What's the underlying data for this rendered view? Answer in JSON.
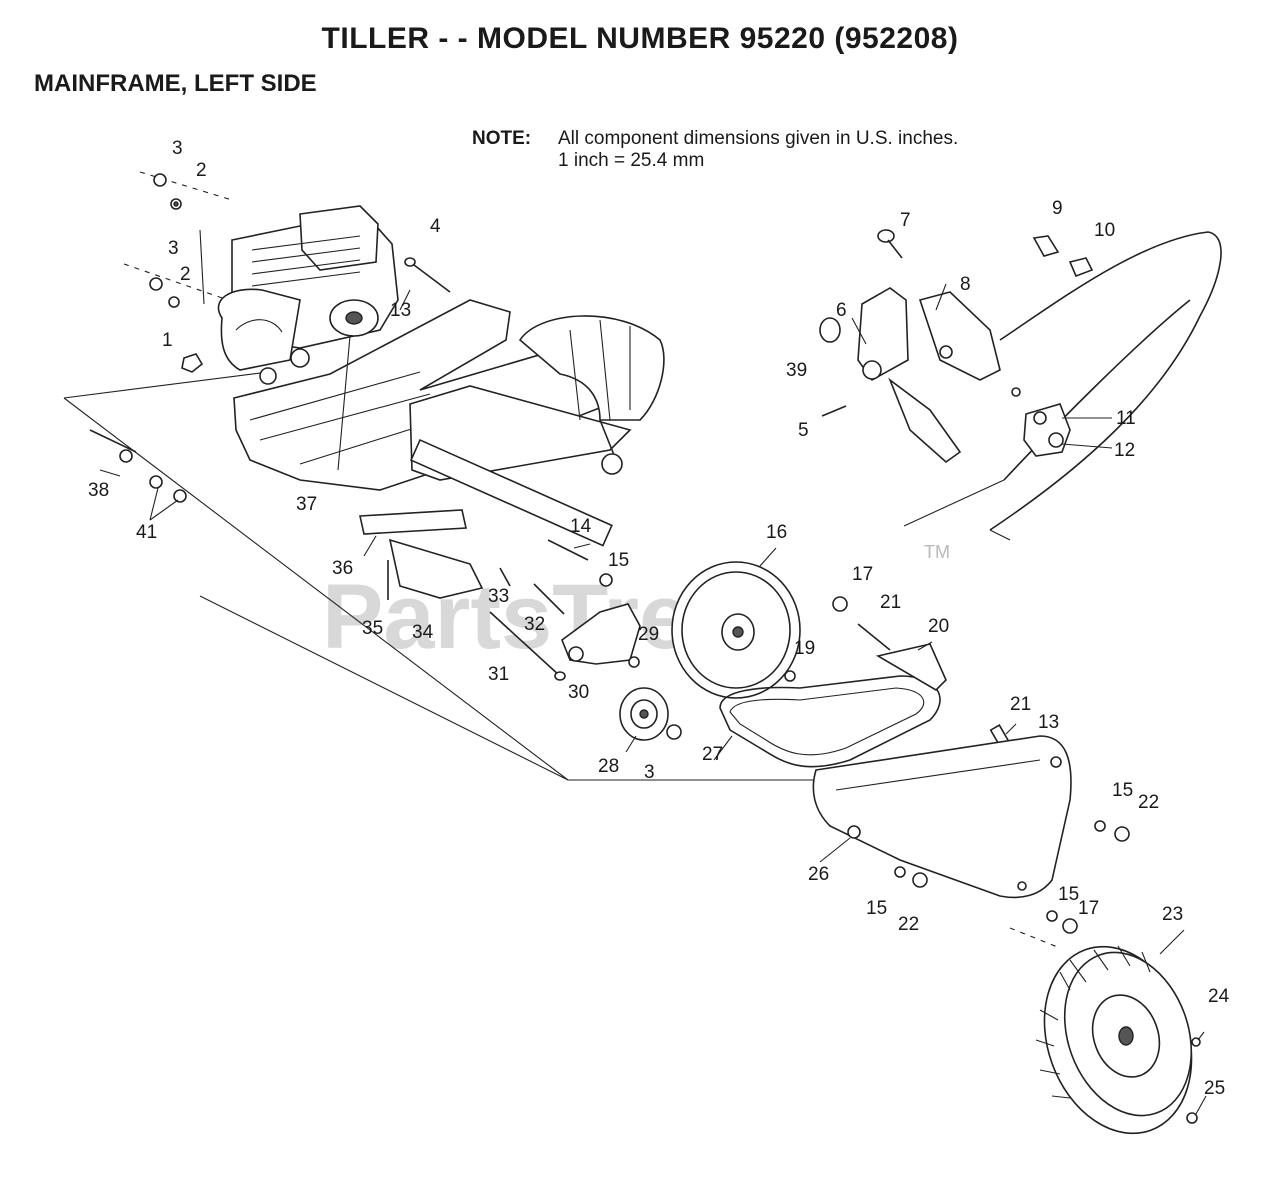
{
  "header": {
    "title": "TILLER - - MODEL NUMBER 95220 (952208)",
    "subtitle": "MAINFRAME, LEFT SIDE"
  },
  "note": {
    "label": "NOTE:",
    "line1": "All component dimensions given in U.S. inches.",
    "line2": "1 inch = 25.4 mm"
  },
  "watermark": {
    "text": "PartsTree",
    "trademark": "TM"
  },
  "callouts": [
    {
      "id": "c3a",
      "text": "3"
    },
    {
      "id": "c2a",
      "text": "2"
    },
    {
      "id": "c3b",
      "text": "3"
    },
    {
      "id": "c2b",
      "text": "2"
    },
    {
      "id": "c1",
      "text": "1"
    },
    {
      "id": "c4",
      "text": "4"
    },
    {
      "id": "c13a",
      "text": "13"
    },
    {
      "id": "c37",
      "text": "37"
    },
    {
      "id": "c38",
      "text": "38"
    },
    {
      "id": "c41",
      "text": "41"
    },
    {
      "id": "c36",
      "text": "36"
    },
    {
      "id": "c35",
      "text": "35"
    },
    {
      "id": "c34",
      "text": "34"
    },
    {
      "id": "c33",
      "text": "33"
    },
    {
      "id": "c32",
      "text": "32"
    },
    {
      "id": "c31",
      "text": "31"
    },
    {
      "id": "c30",
      "text": "30"
    },
    {
      "id": "c29",
      "text": "29"
    },
    {
      "id": "c14",
      "text": "14"
    },
    {
      "id": "c15a",
      "text": "15"
    },
    {
      "id": "c16",
      "text": "16"
    },
    {
      "id": "c17a",
      "text": "17"
    },
    {
      "id": "c19",
      "text": "19"
    },
    {
      "id": "c21a",
      "text": "21"
    },
    {
      "id": "c20",
      "text": "20"
    },
    {
      "id": "c28",
      "text": "28"
    },
    {
      "id": "c3c",
      "text": "3"
    },
    {
      "id": "c27",
      "text": "27"
    },
    {
      "id": "c21b",
      "text": "21"
    },
    {
      "id": "c13b",
      "text": "13"
    },
    {
      "id": "c26",
      "text": "26"
    },
    {
      "id": "c15b",
      "text": "15"
    },
    {
      "id": "c22a",
      "text": "22"
    },
    {
      "id": "c15c",
      "text": "15"
    },
    {
      "id": "c22b",
      "text": "22"
    },
    {
      "id": "c15d",
      "text": "15"
    },
    {
      "id": "c17b",
      "text": "17"
    },
    {
      "id": "c23",
      "text": "23"
    },
    {
      "id": "c24",
      "text": "24"
    },
    {
      "id": "c25",
      "text": "25"
    },
    {
      "id": "c7",
      "text": "7"
    },
    {
      "id": "c9",
      "text": "9"
    },
    {
      "id": "c10",
      "text": "10"
    },
    {
      "id": "c8",
      "text": "8"
    },
    {
      "id": "c6",
      "text": "6"
    },
    {
      "id": "c39",
      "text": "39"
    },
    {
      "id": "c5",
      "text": "5"
    },
    {
      "id": "c11",
      "text": "11"
    },
    {
      "id": "c12",
      "text": "12"
    }
  ]
}
